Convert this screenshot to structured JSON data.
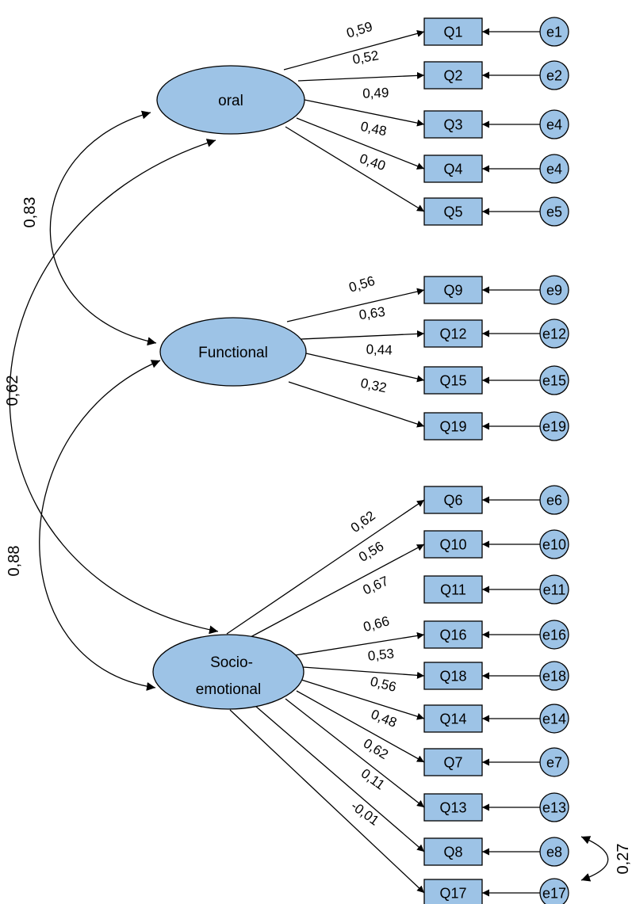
{
  "colors": {
    "fill": "#9dc3e6",
    "stroke": "#000000"
  },
  "latents": [
    {
      "id": "oral",
      "label": "oral"
    },
    {
      "id": "functional",
      "label": "Functional"
    },
    {
      "id": "socio",
      "label_lines": [
        "Socio-",
        "emotional"
      ]
    }
  ],
  "items": [
    {
      "id": "Q1",
      "label": "Q1",
      "error": "e1",
      "loading": "0,59"
    },
    {
      "id": "Q2",
      "label": "Q2",
      "error": "e2",
      "loading": "0,52"
    },
    {
      "id": "Q3",
      "label": "Q3",
      "error": "e4",
      "loading": "0,49"
    },
    {
      "id": "Q4",
      "label": "Q4",
      "error": "e4",
      "loading": "0,48"
    },
    {
      "id": "Q5",
      "label": "Q5",
      "error": "e5",
      "loading": "0,40"
    },
    {
      "id": "Q9",
      "label": "Q9",
      "error": "e9",
      "loading": "0,56"
    },
    {
      "id": "Q12",
      "label": "Q12",
      "error": "e12",
      "loading": "0,63"
    },
    {
      "id": "Q15",
      "label": "Q15",
      "error": "e15",
      "loading": "0,44"
    },
    {
      "id": "Q19",
      "label": "Q19",
      "error": "e19",
      "loading": "0,32"
    },
    {
      "id": "Q6",
      "label": "Q6",
      "error": "e6",
      "loading": "0,62"
    },
    {
      "id": "Q10",
      "label": "Q10",
      "error": "e10",
      "loading": "0,56"
    },
    {
      "id": "Q11",
      "label": "Q11",
      "error": "e11",
      "loading": "0,67"
    },
    {
      "id": "Q16",
      "label": "Q16",
      "error": "e16",
      "loading": "0,66"
    },
    {
      "id": "Q18",
      "label": "Q18",
      "error": "e18",
      "loading": "0,53"
    },
    {
      "id": "Q14",
      "label": "Q14",
      "error": "e14",
      "loading": "0,56"
    },
    {
      "id": "Q7",
      "label": "Q7",
      "error": "e7",
      "loading": "0,48"
    },
    {
      "id": "Q13",
      "label": "Q13",
      "error": "e13",
      "loading": "0,62"
    },
    {
      "id": "Q8",
      "label": "Q8",
      "error": "e8",
      "loading": "0,11"
    },
    {
      "id": "Q17",
      "label": "Q17",
      "error": "e17",
      "loading": "-0,01"
    }
  ],
  "correlations": {
    "oral_functional": "0,83",
    "oral_socio": "0,62",
    "functional_socio": "0,88",
    "e8_e17": "0,27"
  }
}
